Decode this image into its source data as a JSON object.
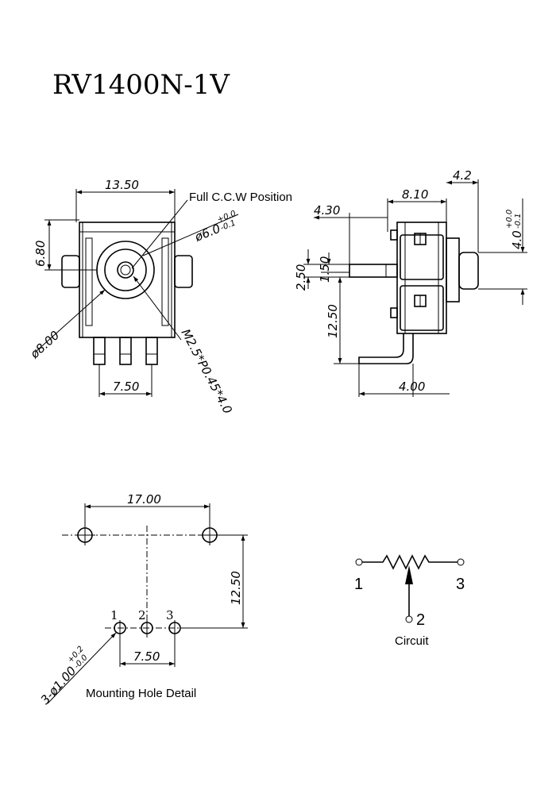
{
  "title": "RV1400N-1V",
  "front_view": {
    "dim_width": "13.50",
    "dim_height": "6.80",
    "ccw_label": "Full C.C.W Position",
    "shaft_dia": "ø6.0",
    "shaft_tol_upper": "+0.0",
    "shaft_tol_lower": "-0.1",
    "body_dia": "ø8.00",
    "pin_pitch": "7.50",
    "thread": "M2.5*P0.45*4.0"
  },
  "side_view": {
    "dim_top": "8.10",
    "dim_top_right": "4.2",
    "dim_shaft": "4.30",
    "dim_right": "4.0",
    "dim_right_tol_upper": "+0.0",
    "dim_right_tol_lower": "-0.1",
    "dim_a": "2.50",
    "dim_b": "1.50",
    "dim_height": "12.50",
    "dim_bottom": "4.00"
  },
  "mounting": {
    "dim_width": "17.00",
    "dim_height": "12.50",
    "dim_pitch": "7.50",
    "pin1": "1",
    "pin2": "2",
    "pin3": "3",
    "hole_spec": "3-ø1.00",
    "hole_tol_upper": "+0.2",
    "hole_tol_lower": "-0.0",
    "caption": "Mounting Hole Detail"
  },
  "circuit": {
    "pin1": "1",
    "pin2": "2",
    "pin3": "3",
    "caption": "Circuit"
  }
}
